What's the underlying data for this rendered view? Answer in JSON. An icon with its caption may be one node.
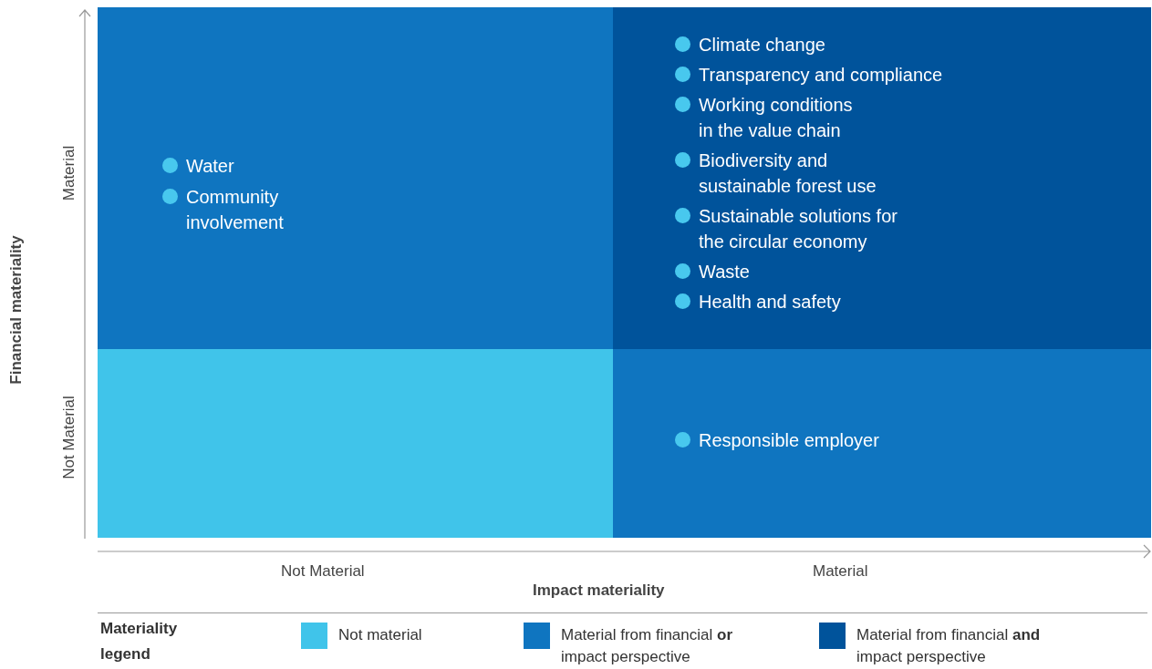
{
  "diagram": {
    "nodes": [
      {
        "text": [
          "Water",
          "Community involvement"
        ]
      },
      {
        "text": [
          "Climate change",
          "Transparency and compliance",
          "Working conditions in the value chain",
          "Biodiversity and sustainable forest use",
          "Sustainable solutions for the circular economy",
          "Waste",
          "Health and safety"
        ]
      },
      {
        "text": [],
        "shape": "box"
      },
      {
        "text": [
          "Responsible employer"
        ]
      }
    ],
    "edges": [],
    "labels": [
      "Material",
      "Financial materiality",
      "Not Material",
      "Not Material",
      "Material",
      "Impact materiality",
      "Materiality legend"
    ],
    "legend": [
      {
        "text": "Not material",
        "color": "#40c4ea"
      },
      {
        "text": "Material from financial **or** impact perspective",
        "color": "#0f75c0"
      },
      {
        "text": "Material from financial **and** impact perspective",
        "color": "#00539b"
      }
    ]
  }
}
